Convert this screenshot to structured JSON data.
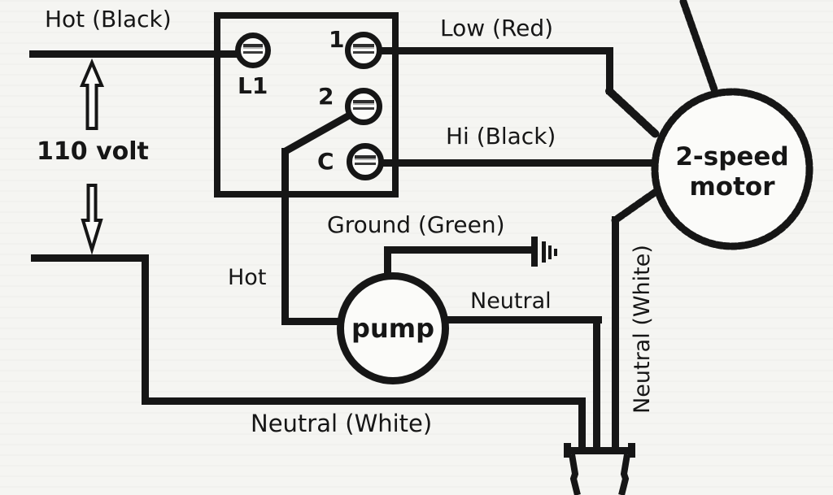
{
  "diagram_title": "swamp-cooler-switch-wiring-diagram",
  "labels": {
    "hot_black": "Hot (Black)",
    "low_red": "Low (Red)",
    "hi_black": "Hi (Black)",
    "volt": "110 volt",
    "ground_green": "Ground (Green)",
    "hot": "Hot",
    "neutral": "Neutral",
    "neutral_white_bottom": "Neutral (White)",
    "neutral_white_vertical": "Neutral (White)"
  },
  "switch_box": {
    "terminals": {
      "l1": "L1",
      "t1": "1",
      "t2": "2",
      "tc": "C"
    }
  },
  "components": {
    "pump": "pump",
    "motor_line1": "2-speed",
    "motor_line2": "motor"
  },
  "icons": {
    "up_arrow": "outline arrow pointing up between 110-volt supply lines",
    "down_arrow": "outline arrow pointing down between 110-volt supply lines",
    "ground_symbol": "earth-ground bars pointing right",
    "wire_nut": "wire connector joining three neutral wires"
  },
  "colors": {
    "ink": "#161616",
    "background": "#f5f5f2"
  }
}
